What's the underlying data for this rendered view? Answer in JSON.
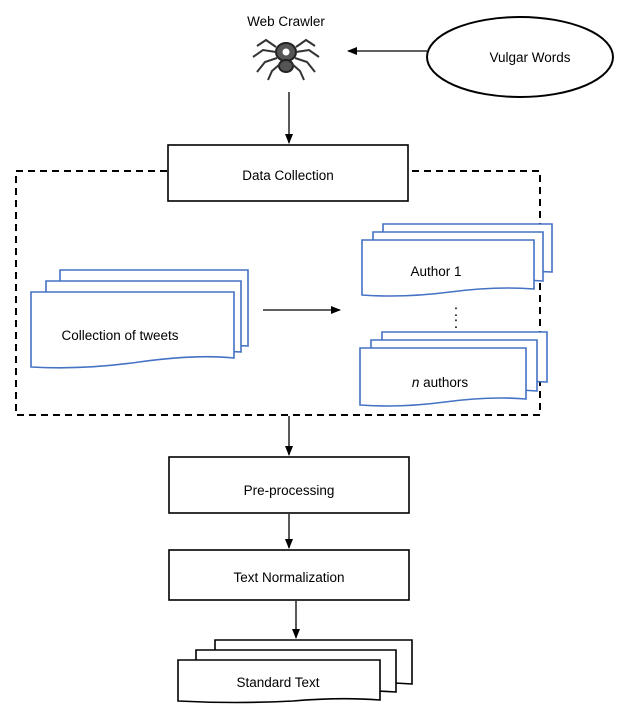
{
  "diagram": {
    "web_crawler_label": "Web Crawler",
    "crawler_icon": "spider-icon",
    "vulgar_words_label": "Vulgar Words",
    "data_collection_label": "Data Collection",
    "collection_of_tweets_label": "Collection of tweets",
    "author_1_label": "Author 1",
    "ellipsis_label": ":",
    "n_authors_prefix": "n",
    "n_authors_suffix": " authors",
    "pre_processing_label": "Pre-processing",
    "text_normalization_label": "Text Normalization",
    "standard_text_label": "Standard Text"
  },
  "colors": {
    "document_outline": "#4472C4",
    "box_outline": "#000000",
    "background": "#ffffff"
  }
}
